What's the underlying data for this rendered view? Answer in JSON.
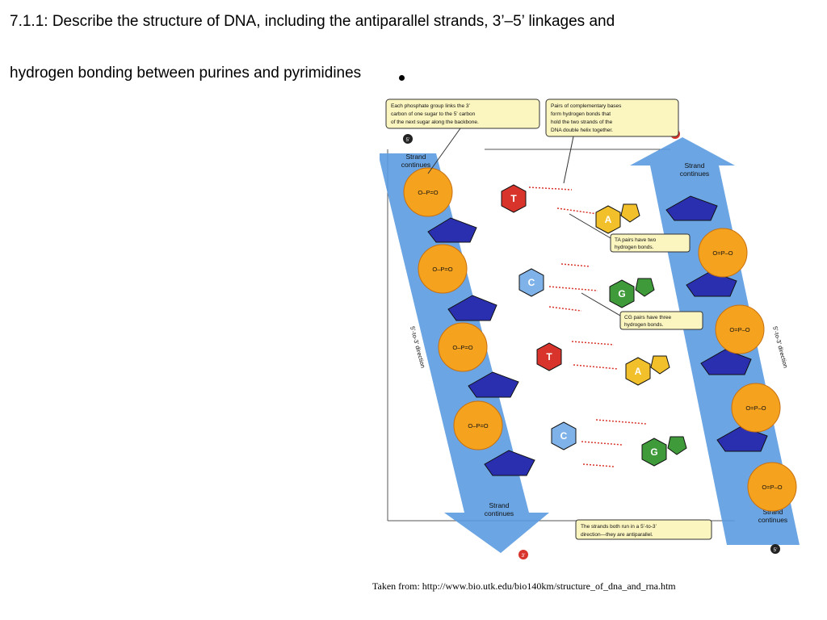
{
  "slide": {
    "title_line1": "7.1.1: Describe the structure of DNA, including the antiparallel strands, 3’–5’ linkages and",
    "title_line2": "hydrogen bonding between purines and pyrimidines",
    "caption": "Taken from: http://www.bio.utk.edu/bio140km/structure_of_dna_and_rna.htm"
  },
  "diagram": {
    "callout_phosphate": [
      "Each phosphate group links the 3’",
      "carbon of one sugar to the 5’ carbon",
      "of the next sugar along the backbone."
    ],
    "callout_pairs": [
      "Pairs of complementary bases",
      "form hydrogen bonds that",
      "hold the two strands of the",
      "DNA double helix together."
    ],
    "callout_ta": [
      "TA pairs have two",
      "hydrogen bonds."
    ],
    "callout_cg": [
      "CG pairs have three",
      "hydrogen bonds."
    ],
    "callout_antiparallel": [
      "The strands both run in a 5’-to-3’",
      "direction—they are antiparallel."
    ],
    "strand_continues": [
      "Strand",
      "continues"
    ],
    "direction_label": "5’-to-3’ direction",
    "end_5": "5’",
    "end_3": "3’",
    "phosphate_text": "O–P=O",
    "phosphate_text_right": "O=P–O",
    "base_T": "T",
    "base_A": "A",
    "base_C": "C",
    "base_G": "G",
    "colors": {
      "backbone": "#5b9be0",
      "phosphate": "#f5a21f",
      "sugar": "#2a2fb0",
      "thymine": "#d8342b",
      "adenine": "#f1c02a",
      "cytosine": "#7fb2e8",
      "guanine": "#3f9a3a",
      "callout": "#fbf5c0"
    }
  }
}
